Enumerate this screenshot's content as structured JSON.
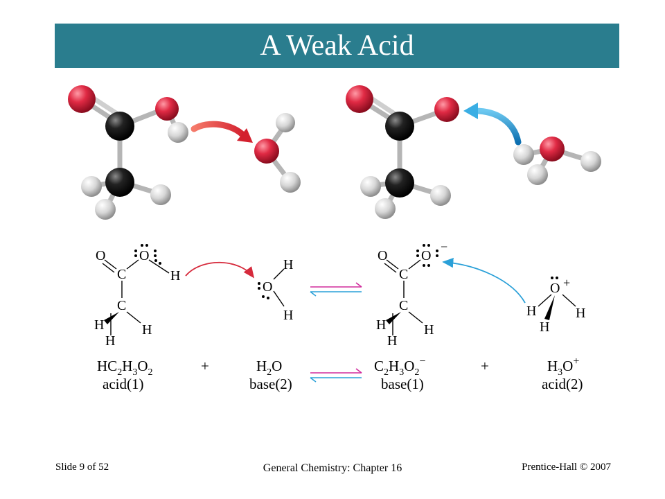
{
  "slide": {
    "title": "A Weak Acid",
    "colors": {
      "title_bar": "#2a7d8e",
      "red_arrow": "#e02a3c",
      "blue_arrow": "#2aa0d8",
      "oxygen": "#d9243e",
      "carbon": "#1a1a1a",
      "hydrogen": "#d8d8d8"
    }
  },
  "structures": {
    "O": "O",
    "C": "C",
    "H": "H",
    "minus": "−",
    "plus": "+"
  },
  "equation": {
    "acid_formula": "HC2H3O2",
    "acid_label": "acid(1)",
    "plus_1": "+",
    "water_formula": "H2O",
    "water_label": "base(2)",
    "acetate_formula": "C2H3O2−",
    "acetate_label": "base(1)",
    "plus_2": "+",
    "hydronium_formula": "H3O+",
    "hydronium_label": "acid(2)"
  },
  "footer": {
    "slide_number": "Slide 9 of 52",
    "course": "General Chemistry: Chapter 16",
    "publisher": "Prentice-Hall © 2007"
  }
}
